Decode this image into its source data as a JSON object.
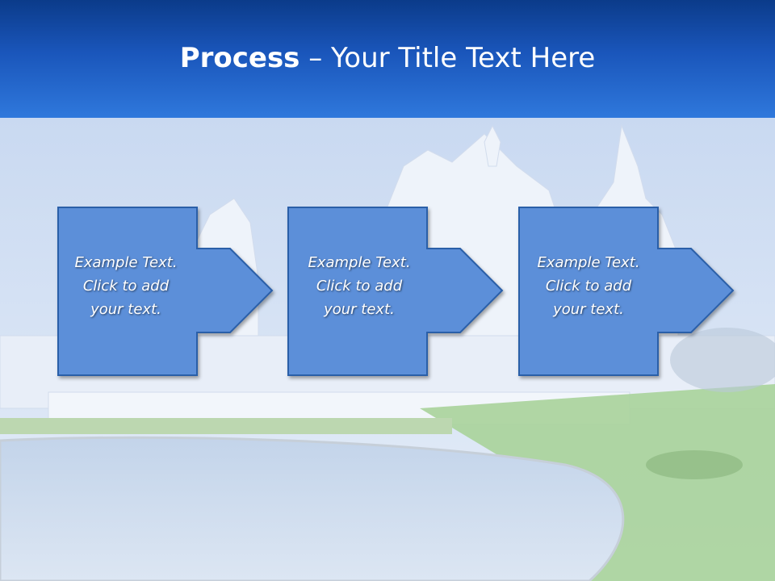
{
  "title": {
    "bold": "Process",
    "rest": " – Your Title Text Here"
  },
  "steps": [
    {
      "lines": [
        "Example Text.",
        "Click  to add",
        "your text."
      ]
    },
    {
      "lines": [
        "Example Text.",
        "Click  to add",
        "your text."
      ]
    },
    {
      "lines": [
        "Example Text.",
        "Click  to add",
        "your text."
      ]
    }
  ],
  "colors": {
    "header_top": "#0b3b8a",
    "header_bottom": "#2f78dc",
    "box_fill": "#5b8fd9",
    "box_border": "#2c5fa8",
    "sky": "#cfdcf0",
    "lawn": "#9ecf8c",
    "water": "#b8cde6"
  }
}
